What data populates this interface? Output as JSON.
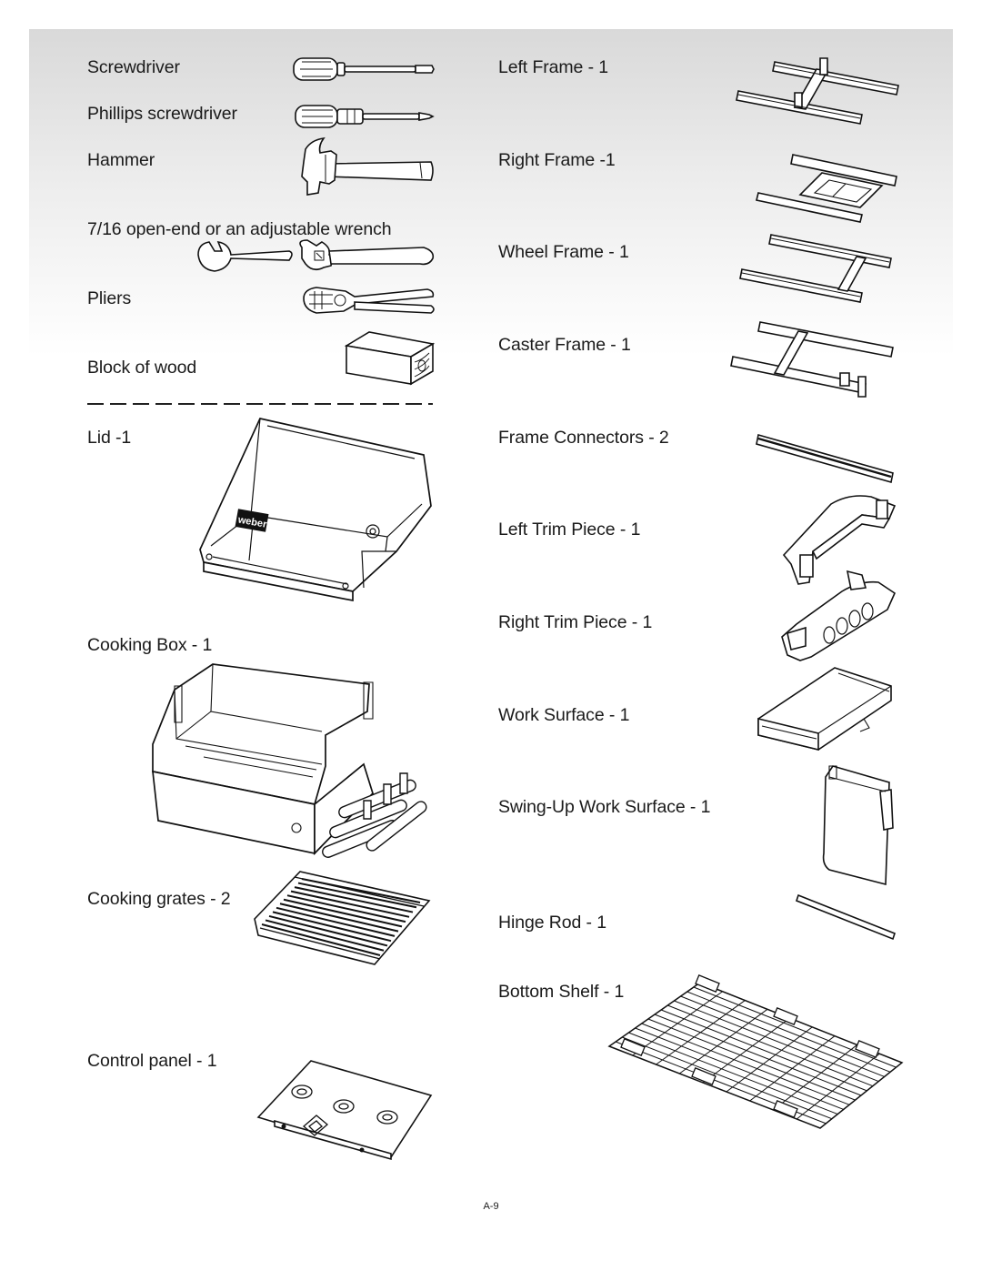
{
  "tools": {
    "screwdriver": "Screwdriver",
    "phillips_screwdriver": "Phillips screwdriver",
    "hammer": "Hammer",
    "wrench": "7/16 open-end or an adjustable wrench",
    "pliers": "Pliers",
    "block_of_wood": "Block of wood"
  },
  "parts_left": {
    "lid": "Lid -1",
    "cooking_box": "Cooking Box - 1",
    "cooking_grates": "Cooking grates - 2",
    "control_panel": "Control panel - 1"
  },
  "parts_right": {
    "left_frame": "Left Frame - 1",
    "right_frame": "Right Frame -1",
    "wheel_frame": "Wheel Frame - 1",
    "caster_frame": "Caster Frame - 1",
    "frame_connectors": "Frame Connectors - 2",
    "left_trim_piece": "Left Trim Piece - 1",
    "right_trim_piece": "Right Trim Piece - 1",
    "work_surface": "Work Surface - 1",
    "swing_up_work_surface": "Swing-Up Work Surface - 1",
    "hinge_rod": "Hinge Rod - 1",
    "bottom_shelf": "Bottom Shelf - 1"
  },
  "lid_logo": "weber",
  "page_number": "A-9",
  "icons": [
    "screwdriver-icon",
    "phillips-screwdriver-icon",
    "hammer-icon",
    "wrench-icon",
    "pliers-icon",
    "block-of-wood-icon",
    "lid-icon",
    "cooking-box-icon",
    "cooking-grates-icon",
    "control-panel-icon",
    "left-frame-icon",
    "right-frame-icon",
    "wheel-frame-icon",
    "caster-frame-icon",
    "frame-connector-icon",
    "left-trim-piece-icon",
    "right-trim-piece-icon",
    "work-surface-icon",
    "swing-up-work-surface-icon",
    "hinge-rod-icon",
    "bottom-shelf-icon"
  ],
  "colors": {
    "band_top": "#d9d9d9",
    "text": "#1a1a1a",
    "line": "#111111"
  }
}
